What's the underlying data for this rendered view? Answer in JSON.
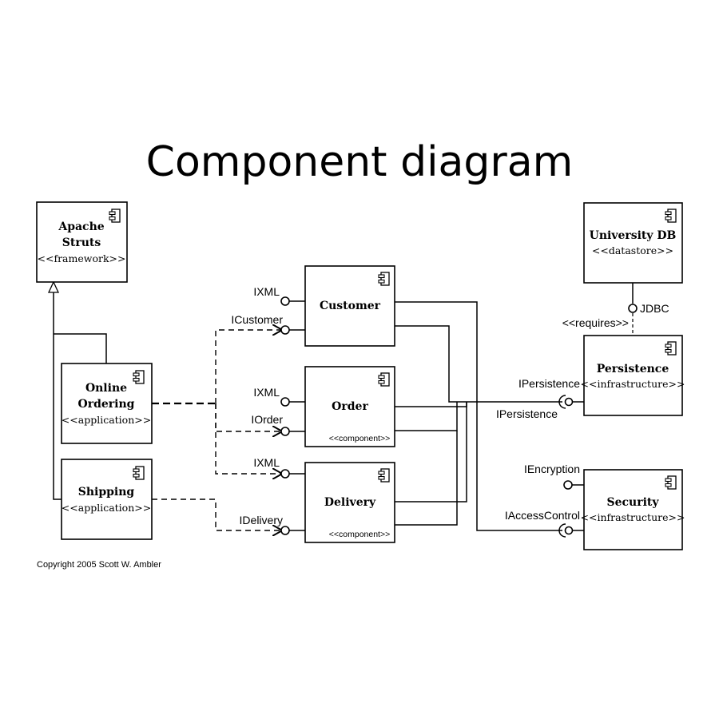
{
  "title": "Component diagram",
  "copyright": "Copyright 2005 Scott W. Ambler",
  "components": {
    "apache_struts": {
      "name_line1": "Apache",
      "name_line2": "Struts",
      "stereotype": "<<framework>>"
    },
    "online_ordering": {
      "name_line1": "Online",
      "name_line2": "Ordering",
      "stereotype": "<<application>>"
    },
    "shipping": {
      "name": "Shipping",
      "stereotype": "<<application>>"
    },
    "customer": {
      "name": "Customer"
    },
    "order": {
      "name": "Order",
      "stereotype": "<<component>>"
    },
    "delivery": {
      "name": "Delivery",
      "stereotype": "<<component>>"
    },
    "university_db": {
      "name": "University DB",
      "stereotype": "<<datastore>>"
    },
    "persistence": {
      "name": "Persistence",
      "stereotype": "<<infrastructure>>"
    },
    "security": {
      "name": "Security",
      "stereotype": "<<infrastructure>>"
    }
  },
  "interfaces": {
    "customer_ixml": "IXML",
    "icustomer": "ICustomer",
    "order_ixml": "IXML",
    "iorder": "IOrder",
    "delivery_ixml": "IXML",
    "idelivery": "IDelivery",
    "jdbc": "JDBC",
    "requires": "<<requires>>",
    "ipersistence_provided": "IPersistence",
    "ipersistence_required": "IPersistence",
    "iencryption": "IEncryption",
    "iaccesscontrol": "IAccessControl"
  }
}
